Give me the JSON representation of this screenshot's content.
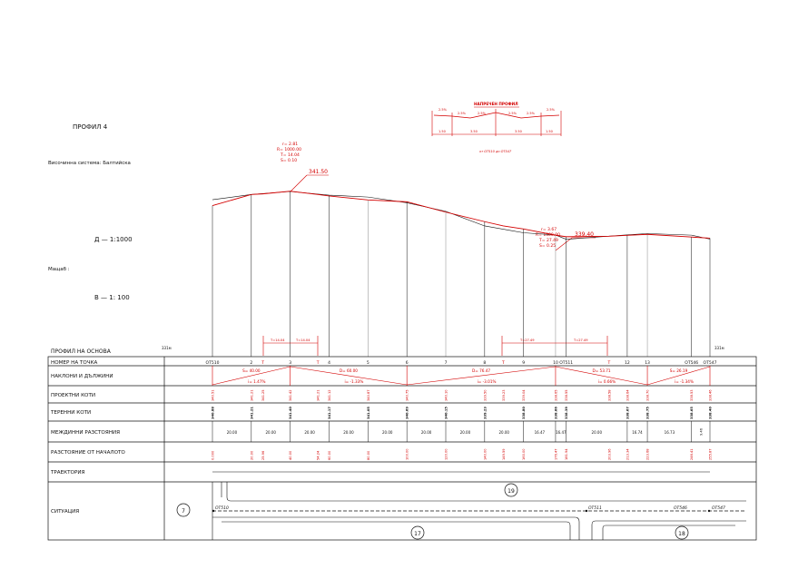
{
  "header": {
    "profile_title": "ПРОФИЛ 4",
    "height_system": "Височинна система: Балтийска",
    "scale_word": "Мащаб :",
    "scale_h": "Д — 1:1000",
    "scale_v": "В — 1: 100",
    "datum": "331м"
  },
  "cross_section": {
    "title": "НАПРЕЧЕН ПРОФИЛ",
    "subtitle": "от ОТ510 до ОТ547",
    "slopes": [
      "2.5%",
      "2.5%",
      "2.5%",
      "2.5%",
      "2.5%",
      "2.5%"
    ],
    "widths": [
      "1.50",
      "3.50",
      "3.50",
      "1.50"
    ]
  },
  "table": {
    "headers": {
      "base": "ПРОФИЛ НА ОСНОВА",
      "points": "НОМЕР НА ТОЧКА",
      "slopes": "НАКЛОНИ И ДЪЛЖИНИ",
      "design": "ПРОЕКТНИ КОТИ",
      "terrain": "ТЕРЕННИ КОТИ",
      "intervals": "МЕЖДИННИ РАЗСТОЯНИЯ",
      "distances": "РАЗСТОЯНИЕ ОТ НАЧАЛОТО",
      "trajectory": "ТРАЕКТОРИЯ",
      "situation": "СИТУАЦИЯ"
    },
    "stations": [
      {
        "label": "ОТ510",
        "design": "340.51",
        "terrain": "340.88",
        "dist": "0.000"
      },
      {
        "label": "2",
        "design": "341.21",
        "terrain": "341.21",
        "dist": "20.00"
      },
      {
        "label": "Т",
        "design": "341.25",
        "terrain": "",
        "dist": "25.96"
      },
      {
        "label": "3",
        "design": "341.42",
        "terrain": "341.40",
        "dist": "40.00"
      },
      {
        "label": "Т",
        "design": "341.21",
        "terrain": "",
        "dist": "54.24"
      },
      {
        "label": "4",
        "design": "341.12",
        "terrain": "341.17",
        "dist": "60.00"
      },
      {
        "label": "5",
        "design": "340.87",
        "terrain": "341.05",
        "dist": "80.00"
      },
      {
        "label": "6",
        "design": "340.75",
        "terrain": "340.69",
        "dist": "100.00"
      },
      {
        "label": "7",
        "design": "340.10",
        "terrain": "340.15",
        "dist": "120.00"
      },
      {
        "label": "8",
        "design": "339.50",
        "terrain": "339.23",
        "dist": "140.00"
      },
      {
        "label": "Т",
        "design": "339.23",
        "terrain": "",
        "dist": "149.59"
      },
      {
        "label": "9",
        "design": "339.04",
        "terrain": "338.80",
        "dist": "160.00"
      },
      {
        "label": "10",
        "design": "338.65",
        "terrain": "338.66",
        "dist": "176.47"
      },
      {
        "label": "ОТ511",
        "design": "338.55",
        "terrain": "338.39",
        "dist": "181.94"
      },
      {
        "label": "Т",
        "design": "338.58",
        "terrain": "",
        "dist": "203.96"
      },
      {
        "label": "12",
        "design": "338.64",
        "terrain": "338.67",
        "dist": "213.34"
      },
      {
        "label": "13",
        "design": "338.70",
        "terrain": "338.75",
        "dist": "223.68"
      },
      {
        "label": "ОТ546",
        "design": "338.53",
        "terrain": "338.65",
        "dist": "246.41"
      },
      {
        "label": "ОТ547",
        "design": "338.46",
        "terrain": "338.40",
        "dist": "255.87"
      }
    ],
    "intervals": [
      "20.00",
      "20.00",
      "20.00",
      "20.00",
      "20.00",
      "20.00",
      "20.00",
      "20.00",
      "16.47",
      "16.47",
      "20.00",
      "16.74",
      "16.73",
      "9.46"
    ],
    "slopes": [
      {
        "len": "S= 40.00",
        "grade": "i= 1.47%"
      },
      {
        "len": "D= 60.00",
        "grade": "i= -1.33%"
      },
      {
        "len": "D= 76.47",
        "grade": "i= -3.01%"
      },
      {
        "len": "D= 53.71",
        "grade": "i= 0.66%"
      },
      {
        "len": "S= 26.19",
        "grade": "i= -1.34%"
      }
    ]
  },
  "profile": {
    "curve1": {
      "R": "r= 2.81",
      "Rad": "R= 1000.00",
      "T": "T= 14.04",
      "S": "S= 0.10",
      "elev": "341.50",
      "tangent": "T=14.04"
    },
    "curve2": {
      "R": "r= 3.67",
      "Rad": "R= 1500.00",
      "T": "T= 27.49",
      "S": "S= 0.25",
      "elev": "339.40",
      "tangent": "T=27.49"
    }
  },
  "situation": {
    "circle_left": "7",
    "circle_top": "19",
    "circle_bottom_mid": "17",
    "circle_bottom_right": "18",
    "point_start": "ОТ510",
    "point_mid": "ОТ511",
    "point_r1": "ОТ546",
    "point_r2": "ОТ547"
  }
}
